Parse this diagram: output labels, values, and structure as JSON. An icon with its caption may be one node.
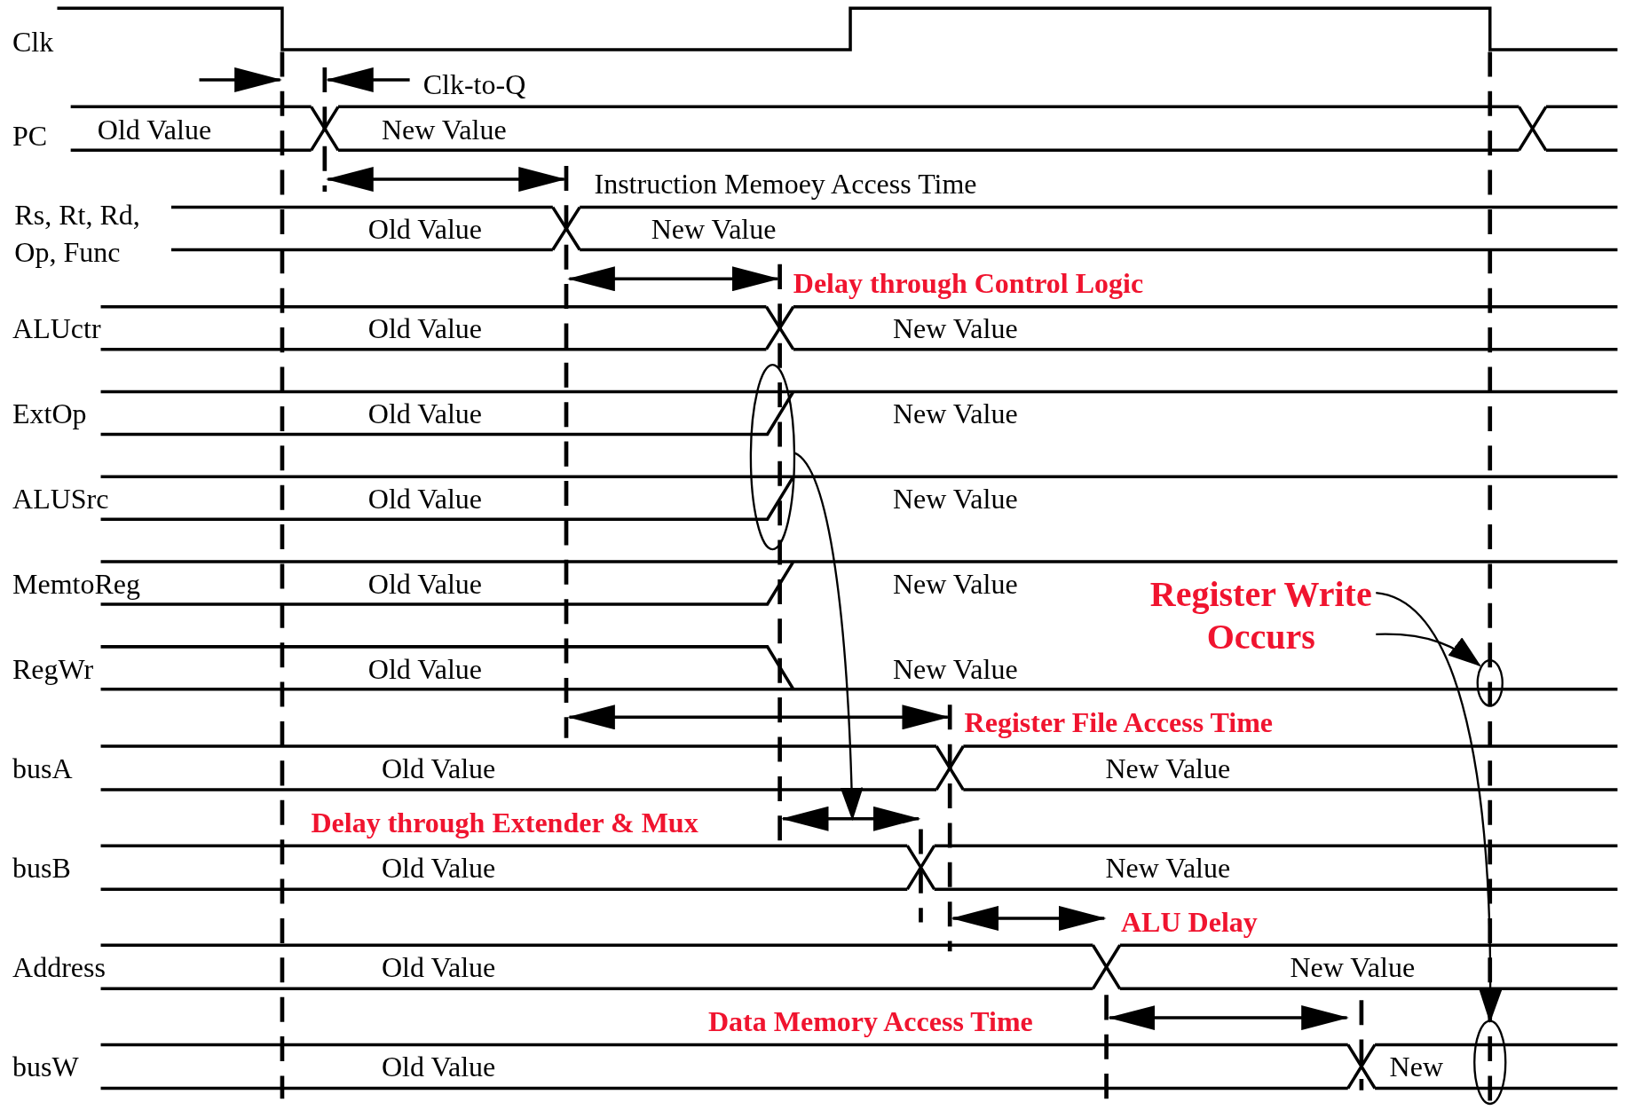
{
  "diagram": {
    "nodes": [
      {
        "text": [],
        "shape": "ellipse"
      },
      {
        "text": [
          "Register Write Occurs"
        ]
      },
      {
        "text": [],
        "shape": "ellipse"
      },
      {
        "text": [],
        "shape": "ellipse"
      }
    ],
    "edges": [
      {
        "from": 0,
        "to": null,
        "arrow": "to"
      },
      {
        "from": 1,
        "to": 2,
        "arrow": "to"
      },
      {
        "from": 1,
        "to": 3,
        "arrow": "to"
      }
    ],
    "labels": [
      "Clk",
      "Clk-to-Q",
      "PC",
      "Old Value",
      "New Value",
      "Instruction Memoey Access Time",
      "Rs, Rt, Rd, Op, Func",
      "Old Value",
      "New Value",
      "Delay through Control Logic",
      "ALUctr",
      "Old Value",
      "New Value",
      "ExtOp",
      "Old Value",
      "New Value",
      "ALUSrc",
      "Old Value",
      "New Value",
      "MemtoReg",
      "Old Value",
      "New Value",
      "RegWr",
      "Old Value",
      "New Value",
      "Register File Access Time",
      "busA",
      "Old Value",
      "New Value",
      "Delay through Extender & Mux",
      "busB",
      "Old Value",
      "New Value",
      "ALU Delay",
      "Address",
      "Old Value",
      "New Value",
      "Data Memory Access Time",
      "busW",
      "Old Value",
      "New"
    ]
  }
}
